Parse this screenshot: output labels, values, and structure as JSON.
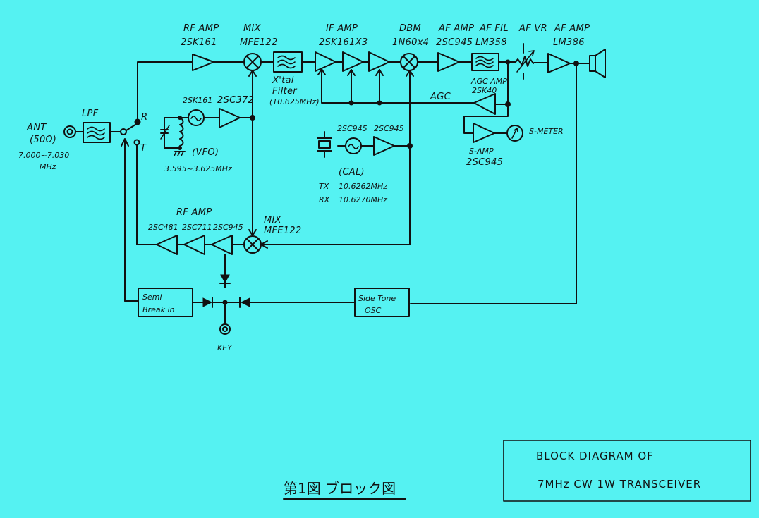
{
  "diagram": {
    "title_box": {
      "line1": "BLOCK DIAGRAM OF",
      "line2": "7MHz CW 1W TRANSCEIVER"
    },
    "caption_jp": "第1図 ブロック図",
    "antenna": {
      "label": "ANT",
      "impedance": "(50Ω)",
      "freq": "7.000~7.030",
      "freq_unit": "MHz"
    },
    "lpf": {
      "label": "LPF"
    },
    "switch": {
      "r_label": "R",
      "t_label": "T"
    },
    "rx_chain": {
      "rf_amp": {
        "label": "RF AMP",
        "part": "2SK161"
      },
      "mix": {
        "label": "MIX",
        "part": "MFE122"
      },
      "xtal_filter": {
        "label1": "X'tal",
        "label2": "Filter",
        "freq": "(10.625MHz)"
      },
      "if_amp": {
        "label": "IF AMP",
        "part": "2SK161X3"
      },
      "dbm": {
        "label": "DBM",
        "part": "1N60x4"
      },
      "af_amp1": {
        "label": "AF AMP",
        "part": "2SC945"
      },
      "af_fil": {
        "label": "AF FIL",
        "part": "LM358"
      },
      "af_vr": {
        "label": "AF VR"
      },
      "af_amp2": {
        "label": "AF AMP",
        "part": "LM386"
      }
    },
    "agc": {
      "label": "AGC",
      "amp_label": "AGC AMP",
      "amp_part": "2SK40"
    },
    "s_meter": {
      "label": "S-METER",
      "amp_label": "S-AMP",
      "amp_part": "2SC945"
    },
    "vfo": {
      "osc_part": "2SK161",
      "buf_part": "2SC372",
      "label": "(VFO)",
      "range": "3.595~3.625MHz"
    },
    "cal": {
      "osc_part": "2SC945",
      "buf_part": "2SC945",
      "label": "(CAL)",
      "tx": "TX",
      "tx_freq": "10.6262MHz",
      "rx": "RX",
      "rx_freq": "10.6270MHz"
    },
    "tx_chain": {
      "mix": {
        "label": "MIX",
        "part": "MFE122"
      },
      "rf_amp": {
        "label": "RF AMP",
        "parts": [
          "2SC481",
          "2SC711",
          "2SC945"
        ]
      }
    },
    "semi_break": {
      "line1": "Semi",
      "line2": "Break in"
    },
    "side_tone": {
      "line1": "Side Tone",
      "line2": "OSC"
    },
    "key": {
      "label": "KEY"
    }
  }
}
